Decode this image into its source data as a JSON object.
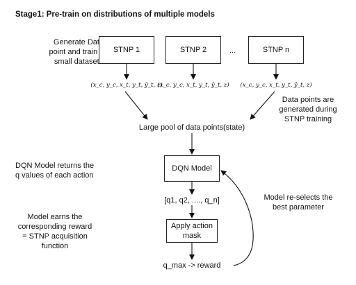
{
  "title": "Stage1: Pre-train on distributions of multiple models",
  "annotations": {
    "generate": [
      "Generate Data",
      "point and train on",
      "small datasets"
    ],
    "generated_during": [
      "Data points are",
      "generated during",
      "STNP training"
    ],
    "dqn_returns": [
      "DQN Model returns the",
      "q values of each action"
    ],
    "model_earns": [
      "Model earns the",
      "corresponding reward",
      "= STNP acquisition",
      "function"
    ],
    "reselects": [
      "Model re-selects the",
      "best parameter"
    ]
  },
  "stnp_boxes": [
    {
      "label": "STNP 1",
      "formula": "(x_c, y_c, x_t, y_t, ŷ_t, z)"
    },
    {
      "label": "STNP 2",
      "formula": "(x_c, y_c, x_t, y_t, ŷ_t, z)"
    },
    {
      "label": "STNP n",
      "formula": "(x_c, y_c, x_t, y_t, ŷ_t, z)"
    }
  ],
  "ellipsis": "...",
  "pool_label": "Large pool of data points(state)",
  "dqn_model": "DQN Model",
  "q_values": "[q1, q2, ...., q_n]",
  "apply_mask": [
    "Apply action",
    "mask"
  ],
  "reward": "q_max -> reward"
}
